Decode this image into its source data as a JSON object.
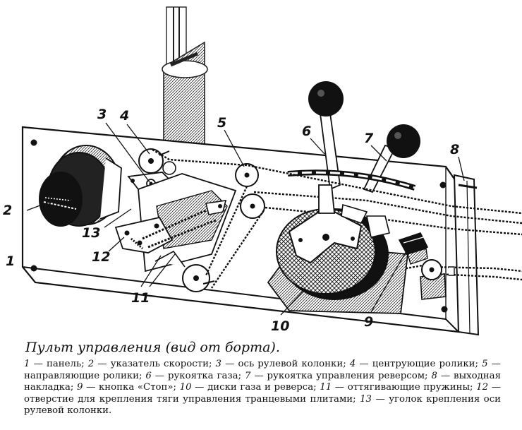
{
  "labels": [
    "1",
    "2",
    "3",
    "4",
    "5",
    "6",
    "7",
    "8",
    "9",
    "10",
    "11",
    "12",
    "13"
  ],
  "caption": {
    "title": "Пульт управления (вид от борта).",
    "items": [
      {
        "n": "1",
        "text": " — панель; "
      },
      {
        "n": "2",
        "text": " — указатель скорости; "
      },
      {
        "n": "3",
        "text": " — ось рулевой колонки; "
      },
      {
        "n": "4",
        "text": " — центрующие ролики; "
      },
      {
        "n": "5",
        "text": " — направляющие ролики; "
      },
      {
        "n": "6",
        "text": " — рукоятка газа; "
      },
      {
        "n": "7",
        "text": " — рукоятка управления реверсом; "
      },
      {
        "n": "8",
        "text": " — выходная накладка; "
      },
      {
        "n": "9",
        "text": " — кнопка «Стоп»; "
      },
      {
        "n": "10",
        "text": " — диски газа и реверса; "
      },
      {
        "n": "11",
        "text": " — оттягивающие пружины; "
      },
      {
        "n": "12",
        "text": " — отверстие для крепления тяги управления транцевыми плитами; "
      },
      {
        "n": "13",
        "text": " — уголок крепления оси рулевой колонки."
      }
    ]
  }
}
